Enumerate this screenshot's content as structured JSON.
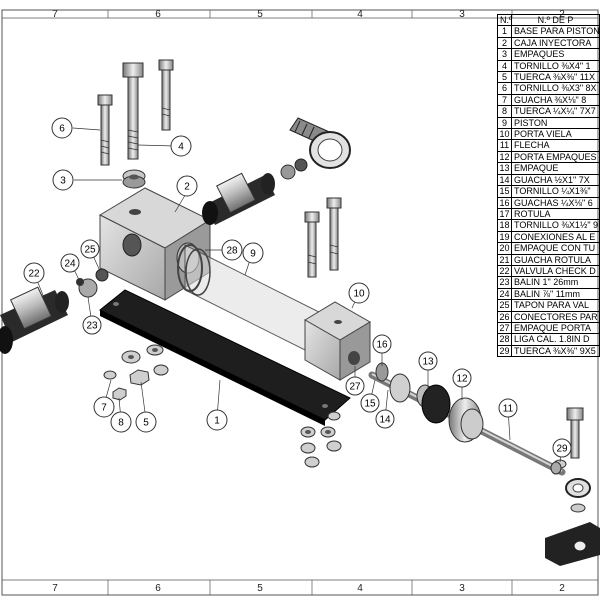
{
  "frame": {
    "columns_top": [
      "7",
      "6",
      "5",
      "4",
      "3",
      "2"
    ],
    "columns_bottom": [
      "7",
      "6",
      "5",
      "4",
      "3",
      "2"
    ]
  },
  "bom": {
    "header_number": "N.º",
    "header_part": "N.º DE P",
    "rows": [
      {
        "n": "1",
        "part": "BASE PARA PISTON"
      },
      {
        "n": "2",
        "part": "CAJA INYECTORA"
      },
      {
        "n": "3",
        "part": "EMPAQUES"
      },
      {
        "n": "4",
        "part": "TORNILLO ⅜X4\"   1"
      },
      {
        "n": "5",
        "part": "TUERCA ⅜X⅜\"   11X"
      },
      {
        "n": "6",
        "part": "TORNILLO ⅜X3\"  8X"
      },
      {
        "n": "7",
        "part": "GUACHA ⅜X⅛\"   8"
      },
      {
        "n": "8",
        "part": "TUERCA ¼X¼\"   7X7"
      },
      {
        "n": "9",
        "part": "PISTON"
      },
      {
        "n": "10",
        "part": "PORTA VIELA"
      },
      {
        "n": "11",
        "part": "FLECHA"
      },
      {
        "n": "12",
        "part": "PORTA EMPAQUES"
      },
      {
        "n": "13",
        "part": "EMPAQUE"
      },
      {
        "n": "14",
        "part": "GUACHA ½X1\"   7X"
      },
      {
        "n": "15",
        "part": "TORNILLO ¼X1⅜\""
      },
      {
        "n": "16",
        "part": "GUACHAS ¼X⅛\"   6"
      },
      {
        "n": "17",
        "part": "ROTULA"
      },
      {
        "n": "18",
        "part": "TORNILLO ⅜X1½\"   9"
      },
      {
        "n": "19",
        "part": "CONEXIONES AL E"
      },
      {
        "n": "20",
        "part": "EMPAQUE CON TU"
      },
      {
        "n": "21",
        "part": "GUACHA ROTULA"
      },
      {
        "n": "22",
        "part": "VALVULA CHECK D"
      },
      {
        "n": "23",
        "part": "BALIN 1\"  26mm"
      },
      {
        "n": "24",
        "part": "BALIN ⅞\"  11mm"
      },
      {
        "n": "25",
        "part": "TAPON PARA VAL"
      },
      {
        "n": "26",
        "part": "CONECTORES PAR"
      },
      {
        "n": "27",
        "part": "EMPAQUE PORTA"
      },
      {
        "n": "28",
        "part": "LIGA CAL. 1.8IN D"
      },
      {
        "n": "29",
        "part": "TUERCA ⅜X⅜\"  9X5"
      }
    ]
  },
  "balloons": [
    "1",
    "2",
    "3",
    "4",
    "5",
    "6",
    "7",
    "8",
    "9",
    "10",
    "11",
    "12",
    "13",
    "14",
    "15",
    "16",
    "22",
    "23",
    "24",
    "25",
    "27",
    "28",
    "29"
  ]
}
